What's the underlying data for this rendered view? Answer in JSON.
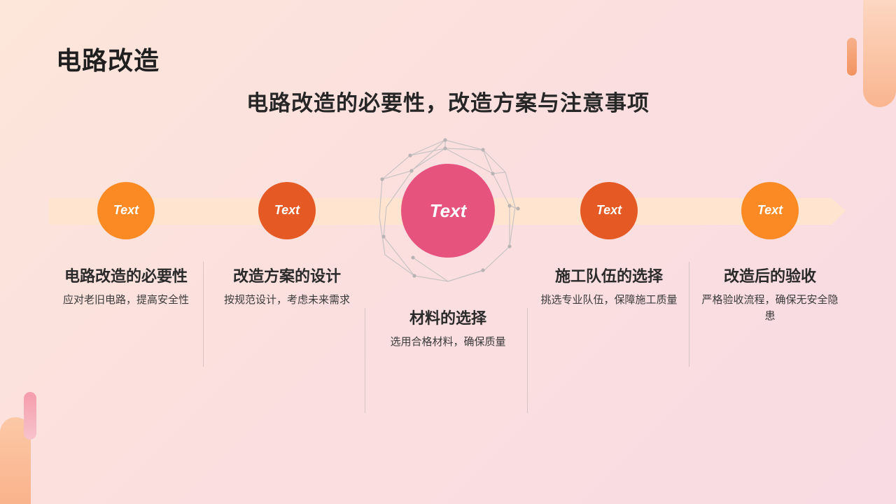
{
  "page": {
    "title": "电路改造",
    "subtitle": "电路改造的必要性，改造方案与注意事项"
  },
  "colors": {
    "orange": "#fb8a24",
    "dark_orange": "#e55a24",
    "pink": "#e6547d",
    "arrow": "#ffe5cf",
    "network_lines": "#c9c3c3"
  },
  "steps": [
    {
      "circle": "Text",
      "title": "电路改造的必要性",
      "desc": "应对老旧电路，提高安全性"
    },
    {
      "circle": "Text",
      "title": "改造方案的设计",
      "desc": "按规范设计，考虑未来需求"
    },
    {
      "circle": "Text",
      "title": "材料的选择",
      "desc": "选用合格材料，确保质量"
    },
    {
      "circle": "Text",
      "title": "施工队伍的选择",
      "desc": "挑选专业队伍，保障施工质量"
    },
    {
      "circle": "Text",
      "title": "改造后的验收",
      "desc": "严格验收流程，确保无安全隐患"
    }
  ]
}
